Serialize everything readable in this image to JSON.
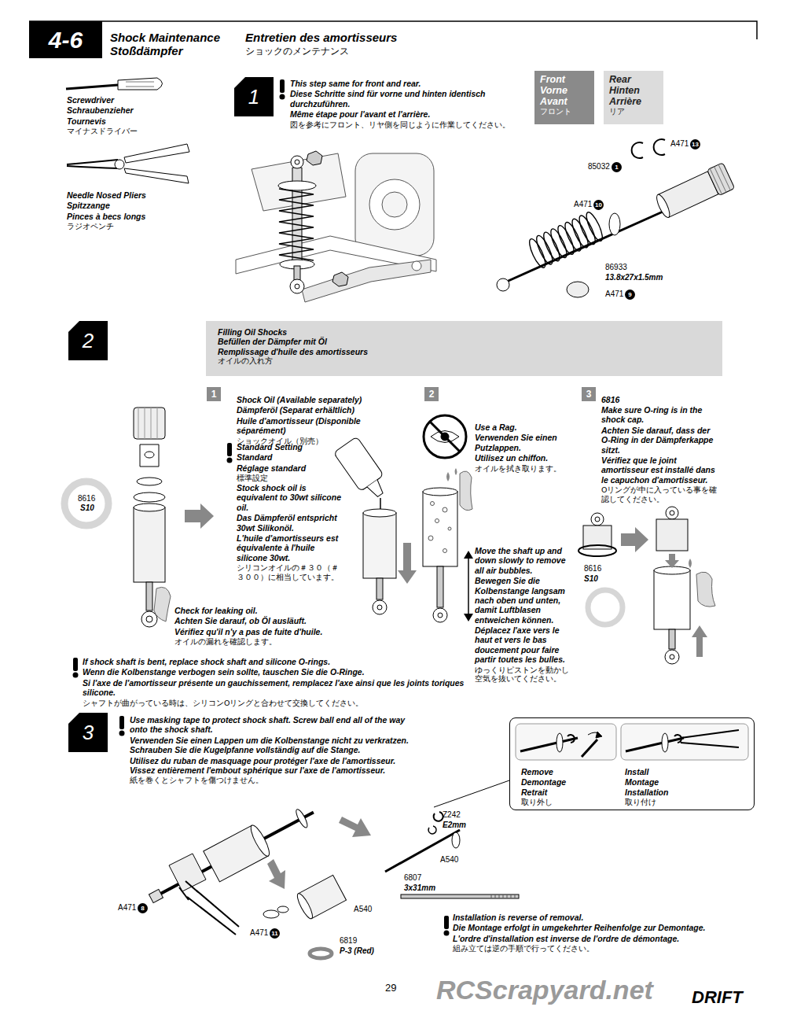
{
  "diagram": {
    "title": "Shock Maintenance",
    "nodes": [
      {
        "text": [
          "4-6"
        ]
      },
      {
        "text": [
          "1"
        ]
      },
      {
        "text": [
          "Front",
          "Vorne",
          "Avant",
          "フロント"
        ]
      },
      {
        "text": [
          "Rear",
          "Hinten",
          "Arrière",
          "リア"
        ]
      },
      {
        "text": [
          "2"
        ]
      },
      {
        "text": [
          "Filling Oil Shocks",
          "Befüllen der Dämpfer mit Öl",
          "Remplissage d'huile des amortisseurs",
          "オイルの入れ方"
        ]
      },
      {
        "text": [
          "1"
        ]
      },
      {
        "text": [
          "2"
        ]
      },
      {
        "text": [
          "3"
        ]
      },
      {
        "text": [
          "3"
        ]
      },
      {
        "text": [
          "Remove",
          "Demontage",
          "Retrait",
          "取り外し",
          "Install",
          "Montage",
          "Installation",
          "取り付け"
        ]
      }
    ],
    "labels": [
      "Stoßdämpfer",
      "Entretien des amortisseurs",
      "ショックのメンテナンス",
      "Screwdriver",
      "Schraubenzieher",
      "Tournevis",
      "マイナスドライバー",
      "Needle Nosed Pliers",
      "Spitzzange",
      "Pinces à becs longs",
      "ラジオペンチ",
      "This step same for front and rear.",
      "Diese Schritte sind für vorne und hinten identisch durchzuführen.",
      "Même étape pour l'avant et l'arrière.",
      "図を参考にフロント、リヤ側を同じように作業してください。",
      "A471",
      "13",
      "85032",
      "1",
      "A471",
      "10",
      "86933",
      "13.8x27x1.5mm",
      "A471",
      "9",
      "Shock Oil (Available separately)",
      "Dämpferöl (Separat erhältlich)",
      "Huile d'amortisseur (Disponible séparément)",
      "ショックオイル（別売）",
      "Standard Setting",
      "Standard",
      "Réglage standard",
      "標準設定",
      "Stock shock oil is equivalent to 30wt silicone oil.",
      "Das Dämpferöl entspricht 30wt Silikonöl.",
      "L'huile d'amortisseurs est équivalente à l'huile silicone 30wt.",
      "シリコンオイルの＃３０（＃３００）に相当しています。",
      "8616",
      "S10",
      "Check for leaking oil.",
      "Achten Sie darauf, ob Öl ausläuft.",
      "Vérifiez qu'il n'y a pas de fuite d'huile.",
      "オイルの漏れを確認します。",
      "If shock shaft is bent, replace shock shaft and silicone O-rings.",
      "Wenn die Kolbenstange verbogen sein sollte, tauschen Sie die O-Ringe.",
      "Si l'axe de l'amortisseur présente un gauchissement, remplacez l'axe ainsi que les joints toriques silicone.",
      "シャフトが曲がっている時は、シリコンOリングと合わせて交換してください。",
      "Use a Rag.",
      "Verwenden Sie einen Putzlappen.",
      "Utilisez un chiffon.",
      "オイルを拭き取ります。",
      "Move the shaft up and down slowly to remove all air bubbles.",
      "Bewegen Sie die Kolbenstange langsam nach oben und unten, damit Luftblasen entweichen können.",
      "Déplacez l'axe vers le haut et vers le bas doucement pour faire partir toutes les bulles.",
      "ゆっくりピストンを動かし空気を抜いてください。",
      "6816",
      "Make sure O-ring is in the shock cap.",
      "Achten Sie darauf, dass der O-Ring in der Dämpferkappe sitzt.",
      "Vérifiez que le joint amortisseur est installé dans le capuchon d'amortisseur.",
      "Oリングが中に入っている事を確認してください。",
      "8616",
      "S10",
      "Use masking tape to protect shock shaft. Screw ball end all of the way onto the shock shaft.",
      "Verwenden Sie einen Lappen um die Kolbenstange nicht zu verkratzen. Schrauben Sie die Kugelpfanne vollständig auf die Stange.",
      "Utilisez du ruban de masquage pour protéger l'axe de l'amortisseur. Vissez entièrement l'embout sphérique sur l'axe de l'amortisseur.",
      "紙を巻くとシャフトを傷つけません。",
      "A471",
      "8",
      "A471",
      "11",
      "A540",
      "6819",
      "P-3 (Red)",
      "Z242",
      "E2mm",
      "A540",
      "6807",
      "3x31mm",
      "Installation is reverse of removal.",
      "Die Montage erfolgt in umgekehrter Reihenfolge zur Demontage.",
      "L'ordre d'installation est inverse de l'ordre de démontage.",
      "組み立ては逆の手順で行ってください。",
      "29",
      "RCScrapyard.net",
      "DRIFT"
    ]
  }
}
